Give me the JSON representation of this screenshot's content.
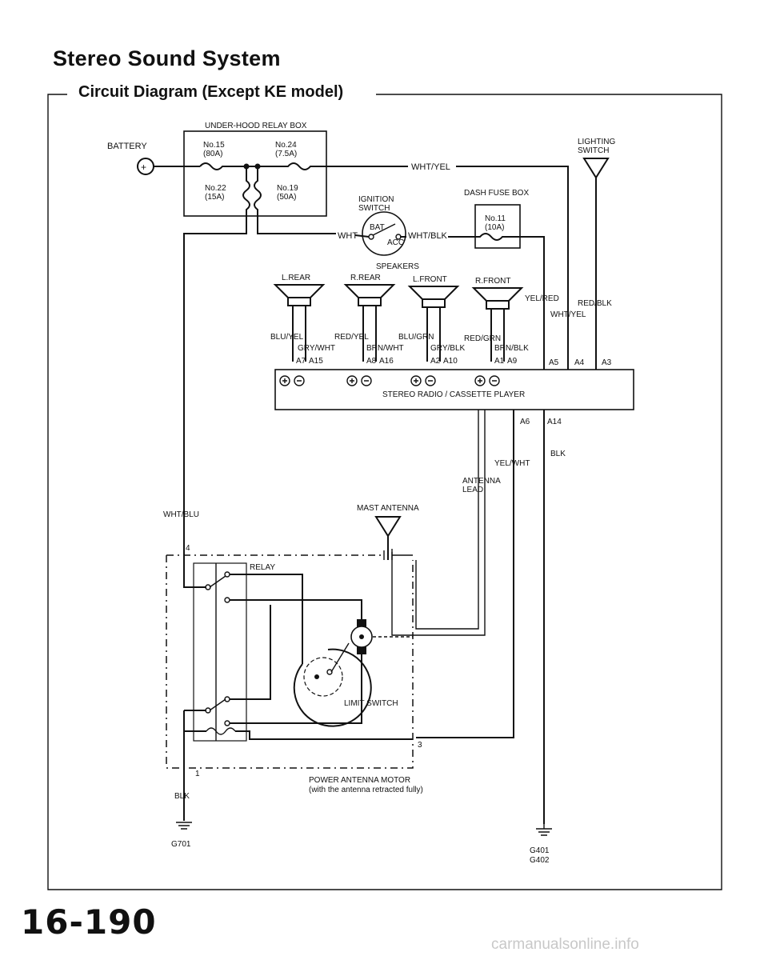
{
  "page": {
    "title": "Stereo Sound System",
    "subtitle": "Circuit Diagram (Except KE model)",
    "page_number": "16-190",
    "watermark": "carmanualsonline.info"
  },
  "components": {
    "battery": "BATTERY",
    "relay_box": {
      "title": "UNDER-HOOD RELAY BOX",
      "fuses": [
        {
          "name": "No.15",
          "rating": "(80A)"
        },
        {
          "name": "No.24",
          "rating": "(7.5A)"
        },
        {
          "name": "No.22",
          "rating": "(15A)"
        },
        {
          "name": "No.19",
          "rating": "(50A)"
        }
      ]
    },
    "ignition_switch": {
      "title": "IGNITION SWITCH",
      "bat": "BAT",
      "acc": "ACC"
    },
    "dash_fuse_box": {
      "title": "DASH FUSE BOX",
      "fuse": "No.11",
      "rating": "(10A)"
    },
    "lighting_switch": "LIGHTING SWITCH",
    "speakers": {
      "title": "SPEAKERS",
      "labels": [
        "L.REAR",
        "R.REAR",
        "L.FRONT",
        "R.FRONT"
      ]
    },
    "stereo": "STEREO RADIO / CASSETTE PLAYER",
    "mast_antenna": "MAST ANTENNA",
    "antenna_lead": "ANTENNA LEAD",
    "relay": "RELAY",
    "limit_switch": "LIMIT SWITCH",
    "motor": {
      "title": "POWER ANTENNA MOTOR",
      "note": "(with the antenna retracted fully)"
    },
    "grounds": [
      "G701",
      "G401",
      "G402"
    ]
  },
  "wires": {
    "wht_yel": "WHT/YEL",
    "wht": "WHT",
    "wht_blk": "WHT/BLK",
    "yel_red": "YEL/RED",
    "red_blk": "RED/BLK",
    "wht_yel2": "WHT/YEL",
    "blu_yel": "BLU/YEL",
    "gry_wht": "GRY/WHT",
    "red_yel": "RED/YEL",
    "brn_wht": "BRN/WHT",
    "blu_grn": "BLU/GRN",
    "gry_blk": "GRY/BLK",
    "red_grn": "RED/GRN",
    "brn_blk": "BRN/BLK",
    "blk": "BLK",
    "yel_wht": "YEL/WHT",
    "wht_blu": "WHT/BLU",
    "blk2": "BLK"
  },
  "terminals": {
    "a7": "A7",
    "a15": "A15",
    "a8": "A8",
    "a16": "A16",
    "a2": "A2",
    "a10": "A10",
    "a1": "A1",
    "a9": "A9",
    "a5": "A5",
    "a4": "A4",
    "a3": "A3",
    "a6": "A6",
    "a14": "A14",
    "m4": "4",
    "m1": "1",
    "m3": "3"
  },
  "symbols": {
    "plus": "+",
    "minus": "-"
  }
}
